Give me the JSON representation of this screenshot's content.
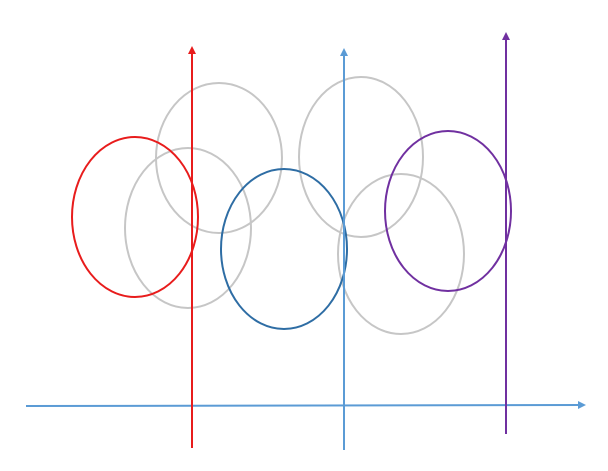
{
  "colors": {
    "red": "#E81C1C",
    "blue_axis": "#5B9BD5",
    "purple": "#7030A0",
    "dark_blue": "#2E6DA4",
    "gray": "#C6C6C6"
  },
  "diagram": {
    "ellipses": [
      {
        "name": "red-ellipse",
        "color_key": "red"
      },
      {
        "name": "gray-ellipse-upper-left",
        "color_key": "gray"
      },
      {
        "name": "gray-ellipse-lower-left",
        "color_key": "gray"
      },
      {
        "name": "blue-ellipse-center",
        "color_key": "dark_blue"
      },
      {
        "name": "gray-ellipse-upper-right",
        "color_key": "gray"
      },
      {
        "name": "gray-ellipse-lower-right",
        "color_key": "gray"
      },
      {
        "name": "purple-ellipse",
        "color_key": "purple"
      }
    ],
    "vertical_arrows": [
      {
        "name": "red-vertical-arrow",
        "color_key": "red"
      },
      {
        "name": "blue-vertical-arrow",
        "color_key": "blue_axis"
      },
      {
        "name": "purple-vertical-arrow",
        "color_key": "purple"
      }
    ],
    "horizontal_arrow": {
      "name": "horizontal-axis-arrow",
      "color_key": "blue_axis"
    }
  }
}
